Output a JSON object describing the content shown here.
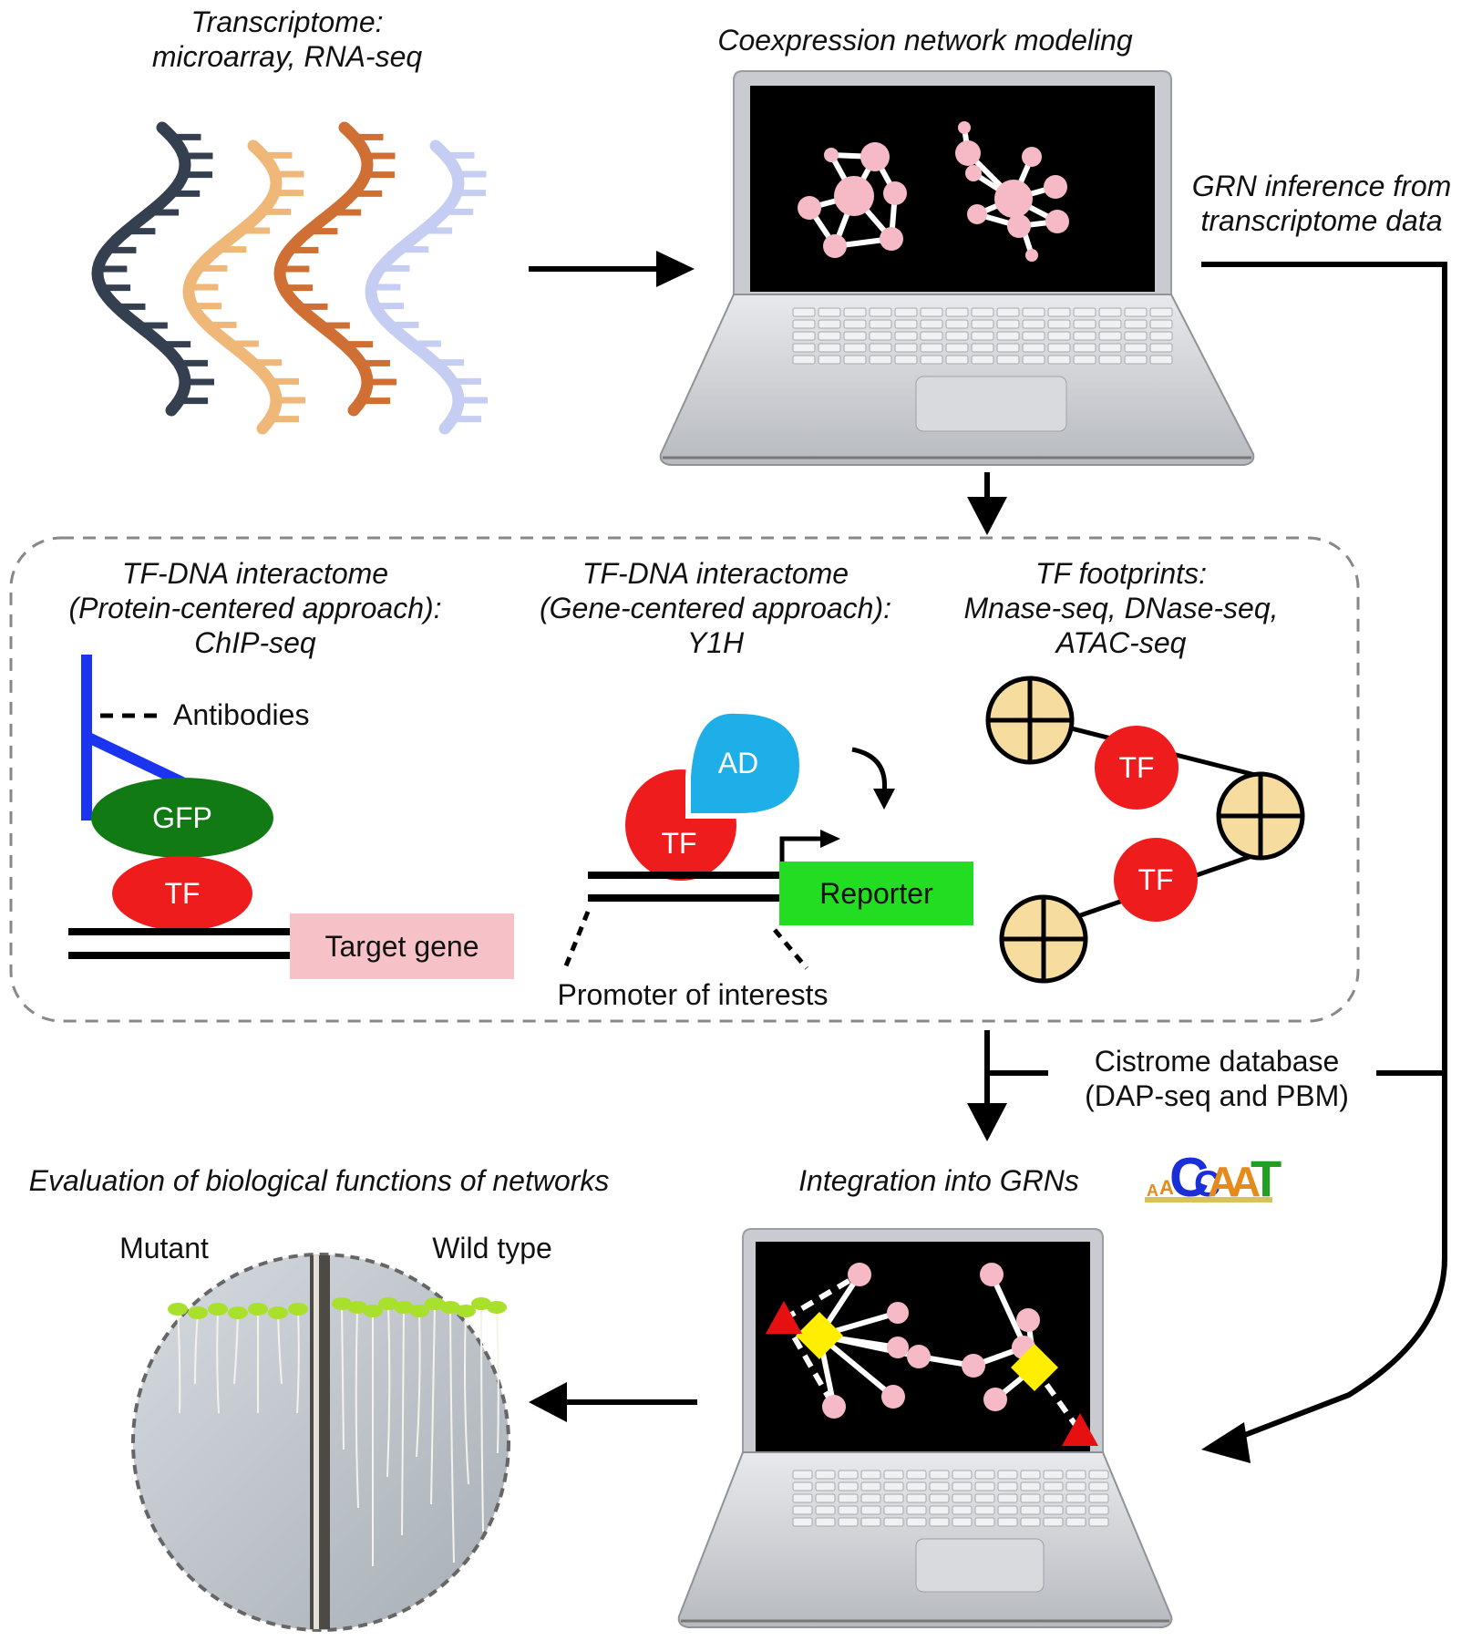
{
  "labels": {
    "transcriptome": "Transcriptome:\nmicroarray, RNA-seq",
    "coexpression": "Coexpression network modeling",
    "grn_inference": "GRN inference from\ntranscriptome data",
    "chip_title": "TF-DNA interactome\n(Protein-centered approach):\nChIP-seq",
    "y1h_title": "TF-DNA interactome\n(Gene-centered approach):\nY1H",
    "footprint_title": "TF footprints:\nMnase-seq, DNase-seq,\nATAC-seq",
    "antibodies": "Antibodies",
    "gfp": "GFP",
    "tf": "TF",
    "target_gene": "Target gene",
    "ad": "AD",
    "reporter": "Reporter",
    "promoter": "Promoter of interests",
    "cistrome": "Cistrome database\n(DAP-seq and PBM)",
    "integration": "Integration into GRNs",
    "evaluation": "Evaluation of biological functions of networks",
    "mutant": "Mutant",
    "wild_type": "Wild type",
    "motif_letters": [
      "A",
      "A",
      "C",
      "C",
      "A",
      "A",
      "T"
    ]
  },
  "colors": {
    "dna_strands": [
      "#343f4f",
      "#efb878",
      "#cf6f33",
      "#c6cdf3"
    ],
    "node": "#f6b9c6",
    "tf": "#ee1c1c",
    "gfp": "#117a14",
    "antibody": "#1a34f0",
    "ad": "#1eaee8",
    "reporter": "#22dd22",
    "target_gene": "#f7c1c8",
    "nucleosome": "#f7dca0",
    "hub_diamond": "#ffee00",
    "triangle": "#e61010",
    "screen": "#000000"
  }
}
